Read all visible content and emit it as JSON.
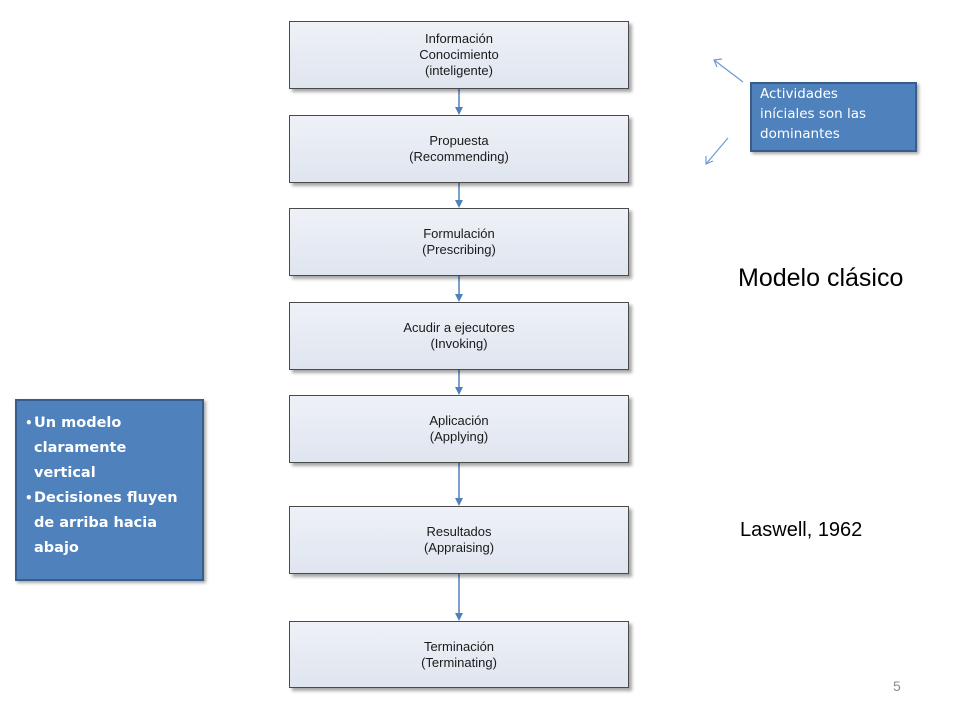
{
  "flow_steps": [
    {
      "lines": [
        "Información",
        "Conocimiento",
        "(inteligente)"
      ]
    },
    {
      "lines": [
        "Propuesta",
        "(Recommending)"
      ]
    },
    {
      "lines": [
        "Formulación",
        "(Prescribing)"
      ]
    },
    {
      "lines": [
        "Acudir a ejecutores",
        "(Invoking)"
      ]
    },
    {
      "lines": [
        "Aplicación",
        "(Applying)"
      ]
    },
    {
      "lines": [
        "Resultados",
        "(Appraising)"
      ]
    },
    {
      "lines": [
        "Terminación",
        "(Terminating)"
      ]
    }
  ],
  "callout": {
    "lines": [
      "Actividades",
      "iníciales son las",
      "dominantes"
    ]
  },
  "side_box": {
    "items": [
      {
        "lines": [
          "Un modelo",
          "claramente",
          "vertical"
        ]
      },
      {
        "lines": [
          "Decisiones fluyen",
          "de arriba hacia",
          "abajo"
        ]
      }
    ],
    "bullet": "•"
  },
  "model_title": "Modelo clásico",
  "citation": "Laswell, 1962",
  "page_number": "5",
  "colors": {
    "connector": "#4f81bd",
    "callout_fill": "#4f81bd",
    "box_border": "#4a4a4a"
  }
}
